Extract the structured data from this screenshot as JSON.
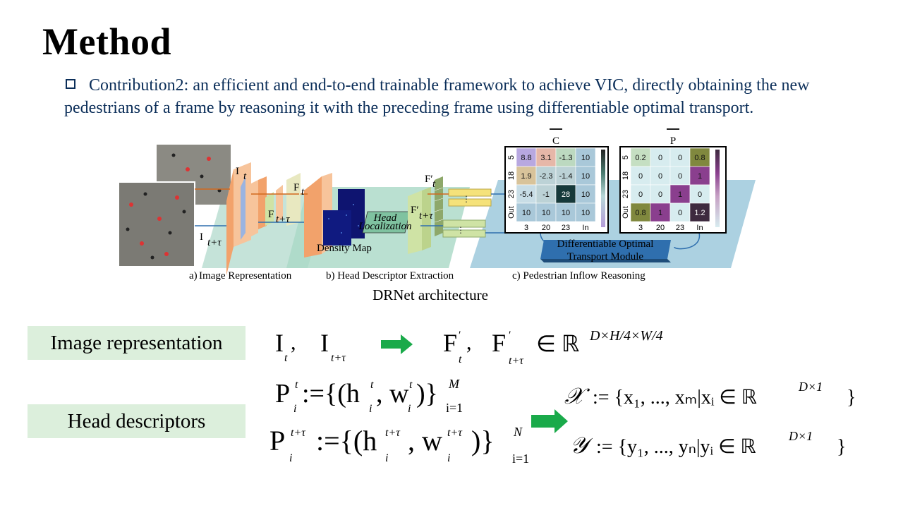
{
  "title": "Method",
  "contribution": "Contribution2: an efficient and end-to-end trainable framework to achieve VIC, directly obtaining the new pedestrians of a frame by reasoning it with the preceding frame using differentiable optimal transport.",
  "figure": {
    "labels": {
      "it": "I",
      "it_sub": "t",
      "itt": "I",
      "itt_sub": "t+τ",
      "ft": "F",
      "ft_sub": "t",
      "ftt": "F",
      "ftt_sub": "t+τ",
      "fpt": "F′",
      "fpt_sub": "t",
      "fptt": "F′",
      "fptt_sub": "t+τ",
      "head_loc_1": "Head",
      "head_loc_2": "Localization",
      "density_map": "Density Map",
      "dot_1": "Differentiable Optimal",
      "dot_2": "Transport Module",
      "sec_a_prefix": "a)",
      "sec_a": "Image Representation",
      "sec_b": "b) Head Descriptor Extraction",
      "sec_c": "c) Pedestrian Inflow Reasoning",
      "cbar": "C",
      "pbar": "P"
    },
    "c_matrix": {
      "rows": [
        "5",
        "18",
        "23",
        "Out"
      ],
      "cols": [
        "3",
        "20",
        "23",
        "In"
      ],
      "values": [
        [
          "8.8",
          "3.1",
          "-1.3",
          "10"
        ],
        [
          "1.9",
          "-2.3",
          "-1.4",
          "10"
        ],
        [
          "-5.4",
          "-1",
          "28",
          "10"
        ],
        [
          "10",
          "10",
          "10",
          "10"
        ]
      ],
      "colors": [
        [
          "#b8a8e0",
          "#e6b7a8",
          "#bcd9c0",
          "#a9c8d9"
        ],
        [
          "#d8c39a",
          "#bcd2d6",
          "#bcd2d6",
          "#a9c8d9"
        ],
        [
          "#c8dde6",
          "#bcd2d6",
          "#16393a",
          "#a9c8d9"
        ],
        [
          "#a9c8d9",
          "#a9c8d9",
          "#a9c8d9",
          "#a9c8d9"
        ]
      ]
    },
    "p_matrix": {
      "rows": [
        "5",
        "18",
        "23",
        "Out"
      ],
      "cols": [
        "3",
        "20",
        "23",
        "In"
      ],
      "values": [
        [
          "0.2",
          "0",
          "0",
          "0.8"
        ],
        [
          "0",
          "0",
          "0",
          "1"
        ],
        [
          "0",
          "0",
          "1",
          "0"
        ],
        [
          "0.8",
          "1",
          "0",
          "1.2"
        ]
      ],
      "colors": [
        [
          "#c5dfc2",
          "#d7ecef",
          "#d7ecef",
          "#80883e"
        ],
        [
          "#d7ecef",
          "#d7ecef",
          "#d7ecef",
          "#8a3f8e"
        ],
        [
          "#d7ecef",
          "#d7ecef",
          "#8a3f8e",
          "#d7ecef"
        ],
        [
          "#80883e",
          "#8a3f8e",
          "#d7ecef",
          "#3e2a3f"
        ]
      ]
    }
  },
  "caption": "DRNet architecture",
  "image_representation_label": "Image representation",
  "head_descriptors_label": "Head descriptors",
  "formulas": {
    "eq1_lhs": "I",
    "eq1_lhs_sub1": "t",
    "eq1_lhs_sep": ",",
    "eq1_lhs2": "I",
    "eq1_lhs_sub2": "t+τ",
    "eq1_rhs": "F",
    "eq1_rhs_sup": "′",
    "eq1_rhs_sub1": "t",
    "eq1_rhs_sep": ",",
    "eq1_rhs2": "F",
    "eq1_rhs2_sup": "′",
    "eq1_rhs_sub2": "t+τ",
    "eq1_in": "∈ ℝ",
    "eq1_dim": "D×H/4×W/4",
    "eq2_main": "P",
    "eq2_sup": "t",
    "eq2_sub": "i",
    "eq2_body": ":={(h",
    "eq2_h_sup": "t",
    "eq2_h_sub": "i",
    "eq2_comma": ", w",
    "eq2_w_sup": "t",
    "eq2_w_sub": "i",
    "eq2_close": ")}",
    "eq2_up": "M",
    "eq2_low": "i=1",
    "eq3_main": "P",
    "eq3_sup": "t+τ",
    "eq3_sub": "i",
    "eq3_body": ":={(h",
    "eq3_h_sup": "t+τ",
    "eq3_h_sub": "i",
    "eq3_comma": ", w",
    "eq3_w_sup": "t+τ",
    "eq3_w_sub": "i",
    "eq3_close": ")}",
    "eq3_up": "N",
    "eq3_low": "i=1",
    "eq4_sym": "𝒳",
    "eq4_body": ":= {x₁, ..., xₘ|xᵢ ∈ ℝ",
    "eq4_dim": "D×1",
    "eq4_close": "}",
    "eq5_sym": "𝒴",
    "eq5_body": ":= {y₁, ..., yₙ|yᵢ ∈ ℝ",
    "eq5_dim": "D×1",
    "eq5_close": "}"
  },
  "colors": {
    "contribution_text": "#0b2e59",
    "label_bg": "#dcefdc",
    "arrow": "#1aaa4a"
  }
}
